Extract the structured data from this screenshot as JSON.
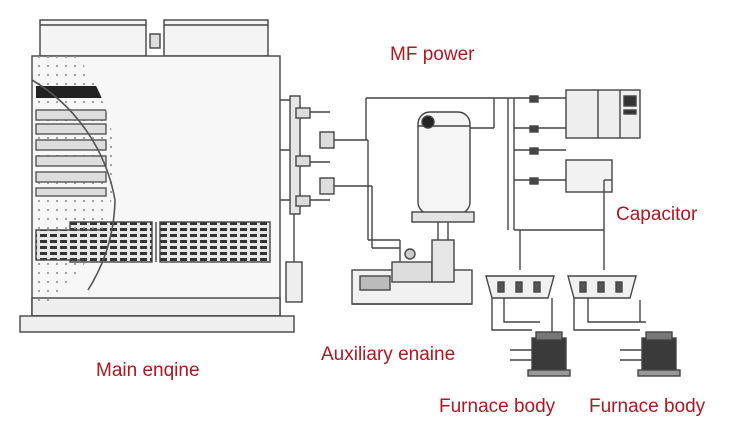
{
  "labels": {
    "mf_power": "MF power",
    "capacitor": "Capacitor",
    "auxiliary_engine": "Auxiliary enaine",
    "main_engine": "Main enqine",
    "furnace_body_1": "Furnace body",
    "furnace_body_2": "Furnace body"
  },
  "colors": {
    "label_text": "#b0171f",
    "line": "#444444",
    "fill_light": "#f2f2f2",
    "fill_mid": "#d8d8d8",
    "fill_dark": "#2a2a2a"
  }
}
